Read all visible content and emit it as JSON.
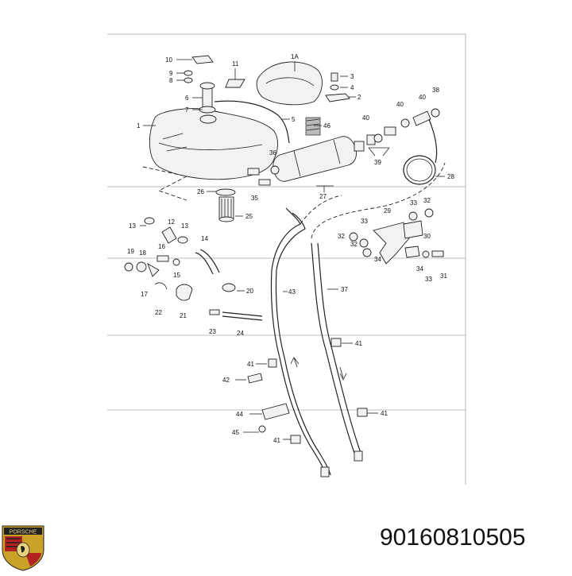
{
  "part_number": "90160810505",
  "logo_text": "PORSCHE",
  "callouts": [
    "10",
    "9",
    "8",
    "11",
    "1A",
    "3",
    "4",
    "2",
    "6",
    "7",
    "5",
    "46",
    "38",
    "40",
    "40",
    "40",
    "1",
    "36",
    "39",
    "28",
    "27",
    "26",
    "35",
    "25",
    "13",
    "12",
    "13",
    "14",
    "29",
    "33",
    "32",
    "33",
    "32",
    "30",
    "16",
    "19",
    "18",
    "15",
    "34",
    "31",
    "32",
    "34",
    "33",
    "17",
    "22",
    "21",
    "20",
    "43",
    "37",
    "23",
    "24",
    "41",
    "41",
    "42",
    "44",
    "41",
    "45",
    "41"
  ],
  "colors": {
    "line": "#222222",
    "hatch": "#999999",
    "logo_gold": "#c9a227",
    "logo_red": "#b22222"
  }
}
